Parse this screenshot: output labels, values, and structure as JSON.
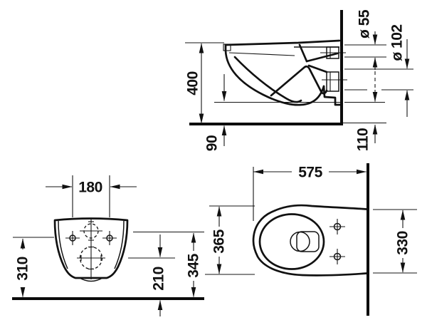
{
  "drawing": {
    "type": "technical-dimension-drawing",
    "views": [
      "side-section",
      "front-elevation",
      "top-plan"
    ]
  },
  "dimensions": {
    "side_view": {
      "overall_height": "400",
      "front_bottom": "90",
      "rear_bottom": "110",
      "small_pipe_diameter": "ø 55",
      "large_pipe_diameter": "ø 102"
    },
    "front_view": {
      "mounting_hole_spacing": "180",
      "left_height": "310",
      "middle_height": "210",
      "right_height": "345"
    },
    "top_view": {
      "depth": "575",
      "max_width": "365",
      "rear_width": "330"
    }
  },
  "colors": {
    "ink": "#111111",
    "background": "#ffffff"
  }
}
